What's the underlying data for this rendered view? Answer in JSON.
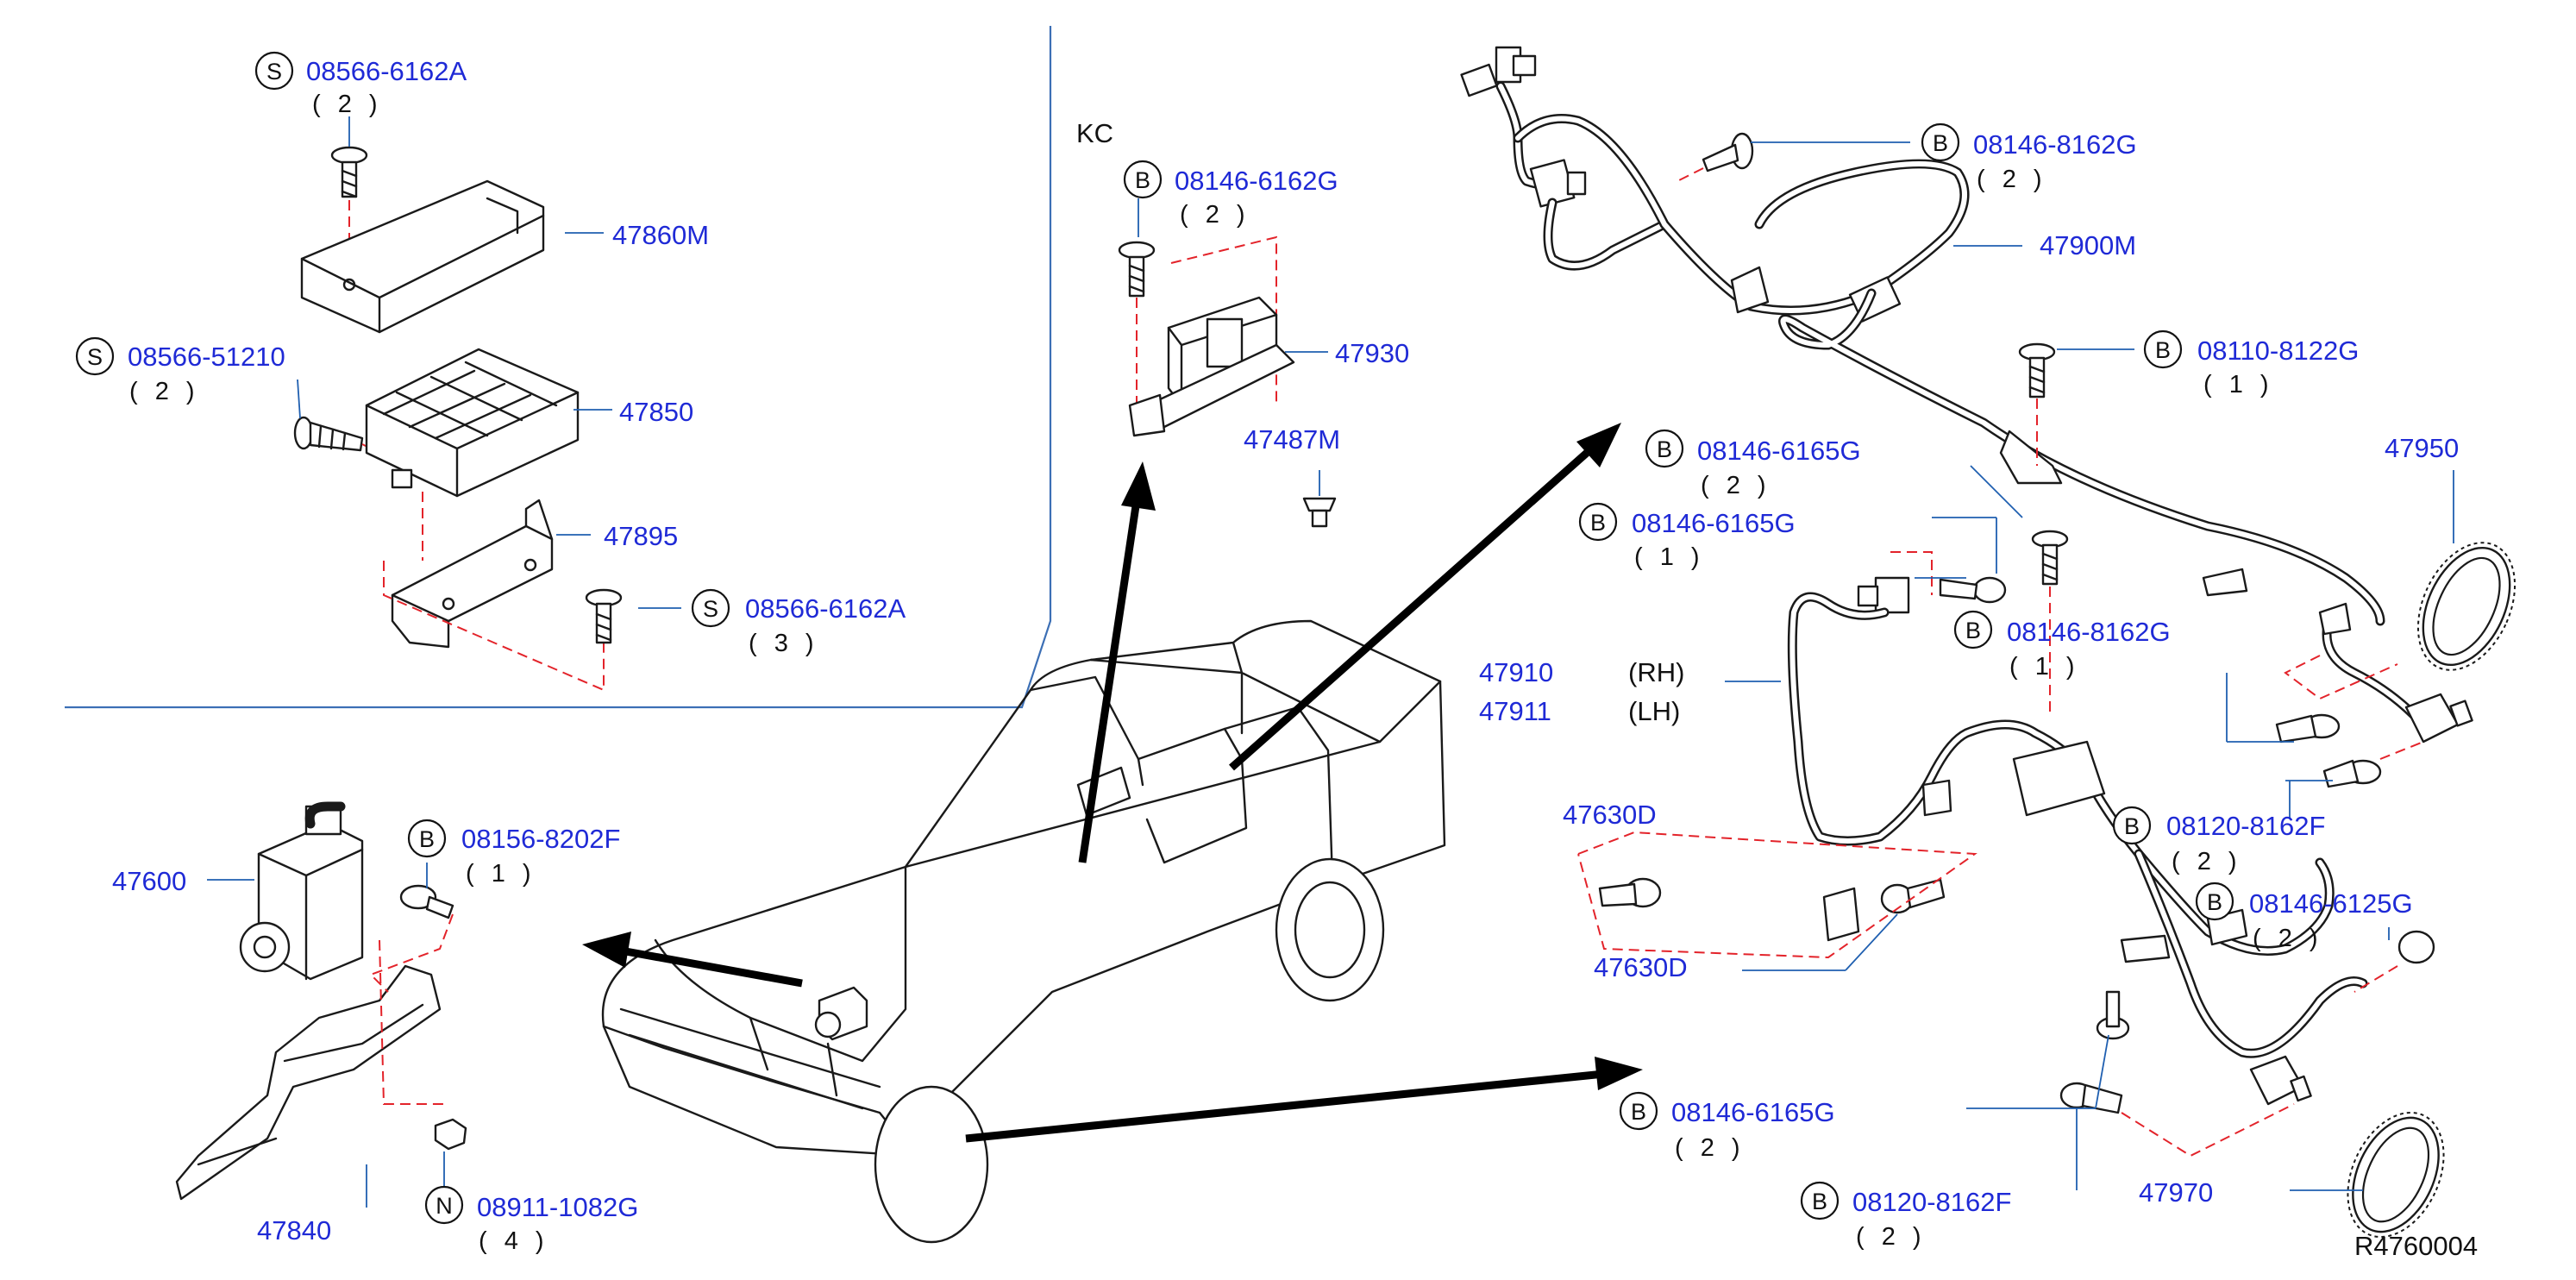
{
  "diagram": {
    "ref_code": "R4760004",
    "variant_label": "KC",
    "side_labels": {
      "rh": "(RH)",
      "lh": "(LH)"
    },
    "fasteners": [
      {
        "id": "f1",
        "mark": "S",
        "part": "08566-6162A",
        "qty": "( 2 )"
      },
      {
        "id": "f2",
        "mark": "S",
        "part": "08566-51210",
        "qty": "( 2 )"
      },
      {
        "id": "f3",
        "mark": "S",
        "part": "08566-6162A",
        "qty": "( 3 )"
      },
      {
        "id": "f4",
        "mark": "B",
        "part": "08146-6162G",
        "qty": "( 2 )"
      },
      {
        "id": "f5",
        "mark": "B",
        "part": "08146-8162G",
        "qty": "( 2 )"
      },
      {
        "id": "f6",
        "mark": "B",
        "part": "08110-8122G",
        "qty": "( 1 )"
      },
      {
        "id": "f7",
        "mark": "B",
        "part": "08146-6165G",
        "qty": "( 2 )"
      },
      {
        "id": "f8",
        "mark": "B",
        "part": "08146-6165G",
        "qty": "( 1 )"
      },
      {
        "id": "f9",
        "mark": "B",
        "part": "08146-8162G",
        "qty": "( 1 )"
      },
      {
        "id": "f10",
        "mark": "B",
        "part": "08120-8162F",
        "qty": "( 2 )"
      },
      {
        "id": "f11",
        "mark": "B",
        "part": "08146-6125G",
        "qty": "( 2 )"
      },
      {
        "id": "f12",
        "mark": "B",
        "part": "08146-6165G",
        "qty": "( 2 )"
      },
      {
        "id": "f13",
        "mark": "B",
        "part": "08120-8162F",
        "qty": "( 2 )"
      },
      {
        "id": "f14",
        "mark": "B",
        "part": "08156-8202F",
        "qty": "( 1 )"
      },
      {
        "id": "f15",
        "mark": "N",
        "part": "08911-1082G",
        "qty": "( 4 )"
      }
    ],
    "parts": [
      {
        "id": "p47860M",
        "number": "47860M"
      },
      {
        "id": "p47850",
        "number": "47850"
      },
      {
        "id": "p47895",
        "number": "47895"
      },
      {
        "id": "p47930",
        "number": "47930"
      },
      {
        "id": "p47487M",
        "number": "47487M"
      },
      {
        "id": "p47900M",
        "number": "47900M"
      },
      {
        "id": "p47950",
        "number": "47950"
      },
      {
        "id": "p47910",
        "number": "47910"
      },
      {
        "id": "p47911",
        "number": "47911"
      },
      {
        "id": "p47630Da",
        "number": "47630D"
      },
      {
        "id": "p47630Db",
        "number": "47630D"
      },
      {
        "id": "p47970",
        "number": "47970"
      },
      {
        "id": "p47600",
        "number": "47600"
      },
      {
        "id": "p47840",
        "number": "47840"
      }
    ]
  }
}
